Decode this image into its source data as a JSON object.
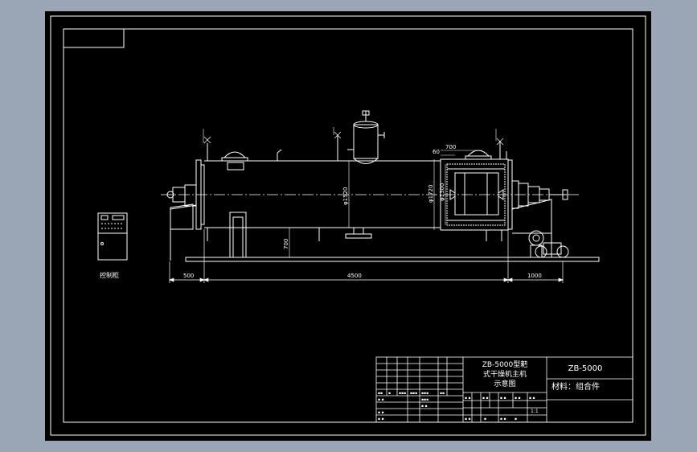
{
  "drawing": {
    "callouts": {
      "diameter_shell": "φ1520",
      "diameter_flange": "φ1720",
      "diameter_inner": "φ1300",
      "height_support": "700",
      "dim_top_700": "700",
      "dim_top_60": "60"
    },
    "dimensions": {
      "left": "500",
      "middle": "4500",
      "right": "1000"
    },
    "labels": {
      "control_cabinet": "控制柜"
    }
  },
  "title_block": {
    "drawing_title_line1": "ZB-5000型耙",
    "drawing_title_line2": "式干燥机主机",
    "drawing_title_line3": "示意图",
    "drawing_number": "ZB-5000",
    "material": "材料：组合件",
    "scale": "1:1"
  },
  "colors": {
    "frame_bg": "#9aa6b6",
    "drawing_bg": "#000000",
    "line": "#ffffff"
  }
}
